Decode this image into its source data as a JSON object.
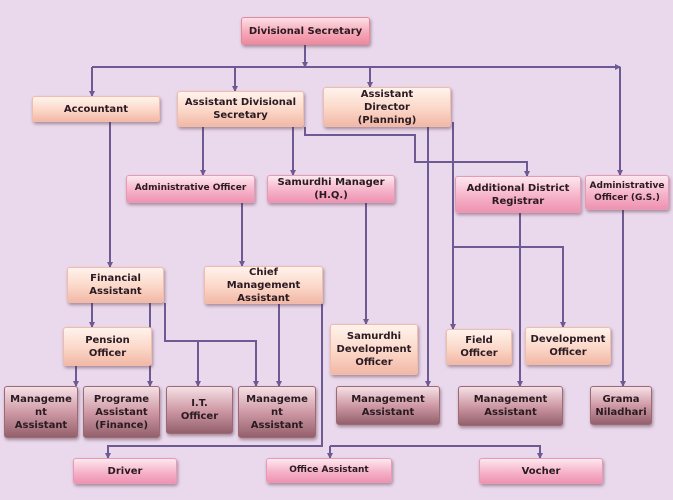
{
  "nodes": {
    "divisional_secretary": "Divisional Secretary",
    "accountant": "Accountant",
    "assistant_divisional_secretary": "Assistant Divisional Secretary",
    "assistant_director_planning": "Assistant Director (Planning)",
    "administrative_officer": "Administrative Officer",
    "samurdhi_manager_hq": "Samurdhi Manager (H.Q.)",
    "additional_district_registrar": "Additional District Registrar",
    "administrative_officer_gs": "Administrative Officer (G.S.)",
    "financial_assistant": "Financial Assistant",
    "chief_management_assistant": "Chief Management Assistant",
    "pension_officer": "Pension Officer",
    "samurdhi_development_officer": "Samurdhi Development Officer",
    "field_officer": "Field Officer",
    "development_officer": "Development Officer",
    "management_assistant_1": "Manageme nt Assistant",
    "programe_assistant_finance": "Programe Assistant (Finance)",
    "it_officer": "I.T. Officer",
    "management_assistant_2": "Manageme nt Assistant",
    "management_assistant_3": "Management Assistant",
    "management_assistant_4": "Management Assistant",
    "grama_niladhari": "Grama Niladhari",
    "driver": "Driver",
    "office_assistant": "Office Assistant",
    "vocher": "Vocher"
  },
  "colors": {
    "background": "#ead9ec",
    "connector": "#6d5a93"
  }
}
